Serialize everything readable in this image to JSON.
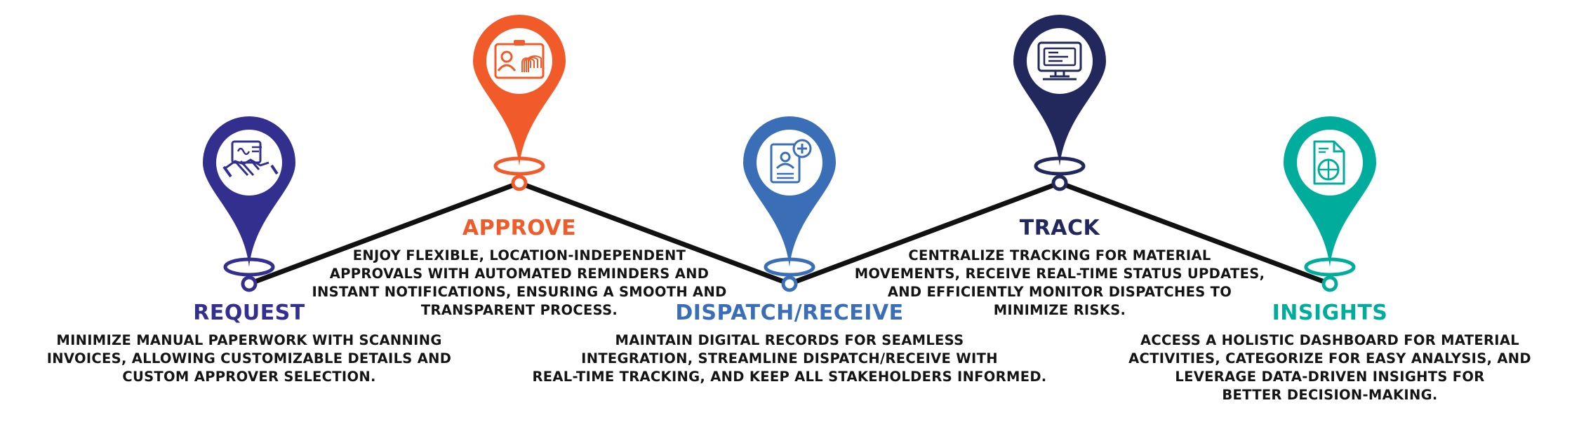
{
  "colors": {
    "request": "#332f8e",
    "approve": "#f15a29",
    "dispatch": "#3a6fb8",
    "track": "#22285c",
    "insights": "#00ad9c",
    "connector": "#111111"
  },
  "steps": [
    {
      "id": "request",
      "title": "REQUEST",
      "icon": "handshake-contract-icon",
      "lines": [
        "MINIMIZE MANUAL PAPERWORK WITH SCANNING",
        "INVOICES, ALLOWING CUSTOMIZABLE DETAILS AND",
        "CUSTOM APPROVER SELECTION."
      ]
    },
    {
      "id": "approve",
      "title": "APPROVE",
      "icon": "id-card-fingerprint-icon",
      "lines": [
        "ENJOY FLEXIBLE, LOCATION-INDEPENDENT",
        "APPROVALS WITH AUTOMATED REMINDERS AND",
        "INSTANT NOTIFICATIONS, ENSURING A SMOOTH AND",
        "TRANSPARENT PROCESS."
      ]
    },
    {
      "id": "dispatch",
      "title": "DISPATCH/RECEIVE",
      "icon": "user-document-add-icon",
      "lines": [
        "MAINTAIN DIGITAL RECORDS FOR SEAMLESS",
        "INTEGRATION, STREAMLINE DISPATCH/RECEIVE WITH",
        "REAL-TIME TRACKING, AND KEEP ALL STAKEHOLDERS INFORMED."
      ]
    },
    {
      "id": "track",
      "title": "TRACK",
      "icon": "monitor-dashboard-icon",
      "lines": [
        "CENTRALIZE TRACKING FOR MATERIAL",
        "MOVEMENTS, RECEIVE REAL-TIME STATUS UPDATES,",
        "AND EFFICIENTLY MONITOR DISPATCHES TO",
        "MINIMIZE RISKS."
      ]
    },
    {
      "id": "insights",
      "title": "INSIGHTS",
      "icon": "report-chart-icon",
      "lines": [
        "ACCESS A HOLISTIC DASHBOARD FOR MATERIAL",
        "ACTIVITIES, CATEGORIZE FOR EASY ANALYSIS, AND",
        "LEVERAGE DATA-DRIVEN INSIGHTS FOR",
        "BETTER DECISION-MAKING."
      ]
    }
  ]
}
